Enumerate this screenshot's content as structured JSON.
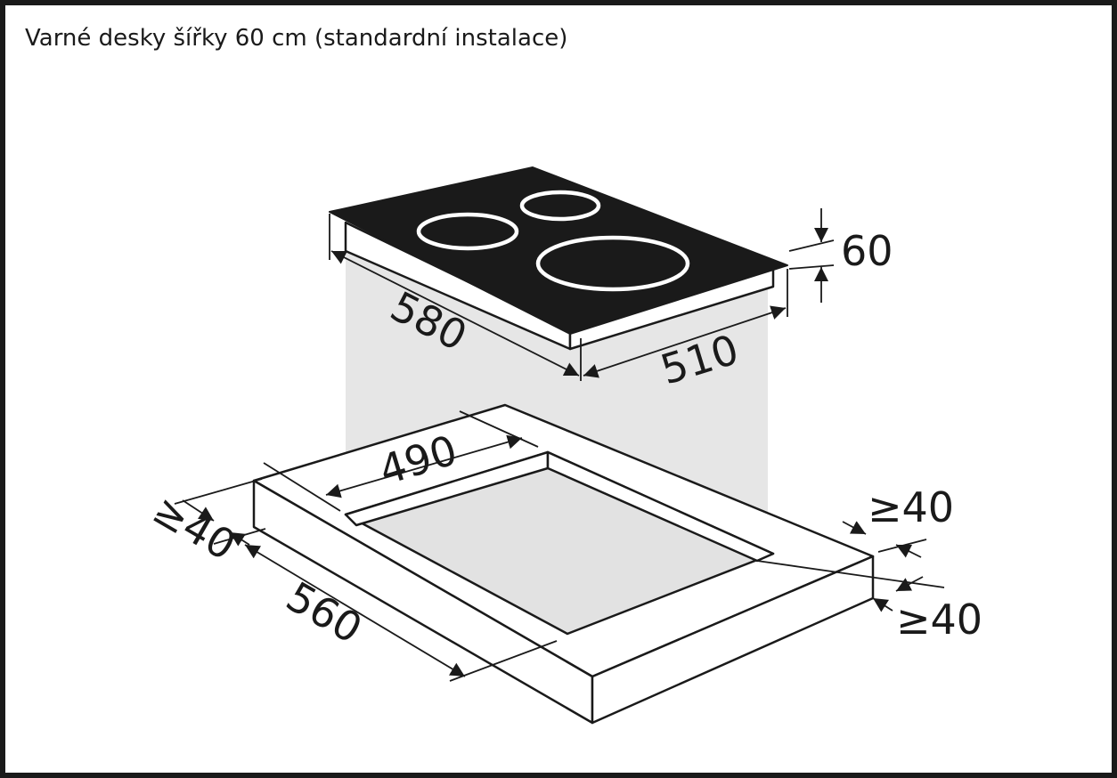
{
  "title": "Varné desky šířky 60 cm (standardní instalace)",
  "colors": {
    "hob_top": "#1a1a1a",
    "cutout_floor": "#e2e2e2",
    "projection": "#e6e6e6",
    "countertop": "#ffffff",
    "line": "#1a1a1a"
  },
  "dimensions": {
    "hob_width": "580",
    "hob_depth": "510",
    "hob_height": "60",
    "cutout_width": "560",
    "cutout_depth": "490",
    "clearance_front": "≥40",
    "clearance_side": "≥40",
    "clearance_back": "≥40"
  }
}
